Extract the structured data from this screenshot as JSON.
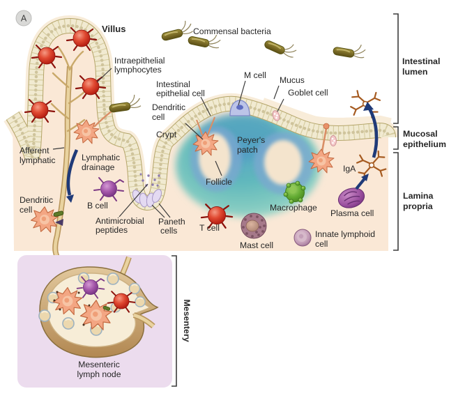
{
  "figure": {
    "badge": "A"
  },
  "labels": {
    "villus": "Villus",
    "commensal": "Commensal bacteria",
    "iel1": "Intraepithelial",
    "iel2": "lymphocytes",
    "iec1": "Intestinal",
    "iec2": "epithelial cell",
    "dc_upper1": "Dendritic",
    "dc_upper2": "cell",
    "m_cell": "M cell",
    "mucus": "Mucus",
    "goblet": "Goblet cell",
    "crypt": "Crypt",
    "peyers1": "Peyer's",
    "peyers2": "patch",
    "follicle": "Follicle",
    "afferent1": "Afferent",
    "afferent2": "lymphatic",
    "drainage1": "Lymphatic",
    "drainage2": "drainage",
    "dc_lower1": "Dendritic",
    "dc_lower2": "cell",
    "b_cell": "B cell",
    "amp1": "Antimicrobial",
    "amp2": "peptides",
    "paneth1": "Paneth",
    "paneth2": "cells",
    "t_cell": "T cell",
    "mast_cell": "Mast cell",
    "macrophage": "Macrophage",
    "ilc1": "Innate lymphoid",
    "ilc2": "cell",
    "plasma": "Plasma cell",
    "iga": "IgA"
  },
  "regions": {
    "lumen1": "Intestinal",
    "lumen2": "lumen",
    "mucosal1": "Mucosal",
    "mucosal2": "epithelium",
    "lamina1": "Lamina",
    "lamina2": "propria",
    "mesentery": "Mesentery",
    "node1": "Mesenteric",
    "node2": "lymph node"
  },
  "colors": {
    "tissue": "#fae8d6",
    "mucus": "#f8ecd9",
    "epithelium_fill": "#f1ead1",
    "epithelium_edge": "#b3a468",
    "patch_teal": "#61b8bd",
    "patch_blue": "#7ba7d0",
    "follicle_cream": "#f4e4cd",
    "arrow": "#1f3a78",
    "red_cell": "#c41b10",
    "dendritic": "#f3a683",
    "b_cell": "#9a4f9e",
    "macrophage": "#55a32c",
    "mast": "#a6798a",
    "ilc": "#b388a9",
    "plasma": "#a25ca2",
    "bacteria": "#867634",
    "mesentery_bg": "#ecdcee",
    "node_tan": "#d9ba8c",
    "node_face": "#f7edd7",
    "vessel": "#d9c08e",
    "m_cell": "#bcc4e8",
    "paneth": "#e4daf2",
    "iga": "#a55a20"
  }
}
